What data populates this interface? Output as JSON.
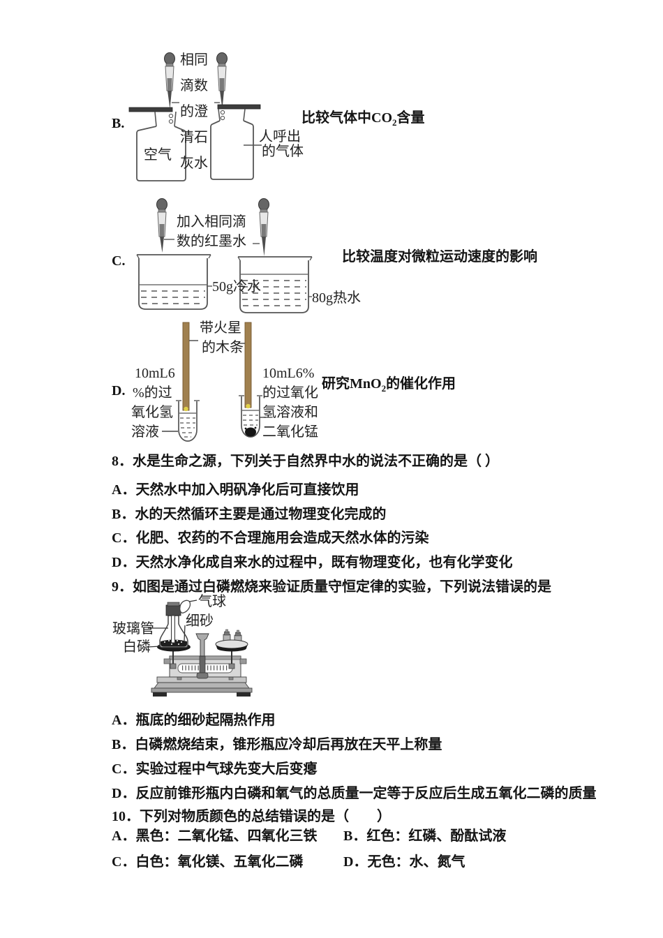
{
  "optionB": {
    "letter": "B.",
    "dropper_label": [
      "相同",
      "滴数",
      "的澄",
      "清石",
      "灰水"
    ],
    "left_bottle": "空气",
    "right_bottle": [
      "人呼出",
      "的气体"
    ],
    "caption": {
      "pre": "比较气体中CO",
      "sub": "2",
      "post": "含量"
    }
  },
  "optionC": {
    "letter": "C.",
    "dropper_label": [
      "加入相同滴",
      "数的红墨水"
    ],
    "left_beaker": "50g冷水",
    "right_beaker": "80g热水",
    "caption": "比较温度对微粒运动速度的影响"
  },
  "optionD": {
    "letter": "D.",
    "splint_label": [
      "带火星",
      "的木条"
    ],
    "left_tube": [
      "10mL6",
      "%的过",
      "氧化氢",
      "溶液"
    ],
    "right_tube": [
      "10mL6%",
      "的过氧化",
      "氢溶液和",
      "二氧化锰"
    ],
    "caption": {
      "pre": "研究MnO",
      "sub": "2",
      "post": "的催化作用"
    }
  },
  "q8": {
    "stem": "8．水是生命之源，下列关于自然界中水的说法不正确的是（ ）",
    "options": [
      "A．天然水中加入明矾净化后可直接饮用",
      "B．水的天然循环主要是通过物理变化完成的",
      "C．化肥、农药的不合理施用会造成天然水体的污染",
      "D．天然水净化成自来水的过程中，既有物理变化，也有化学变化"
    ]
  },
  "q9": {
    "stem": "9．如图是通过白磷燃烧来验证质量守恒定律的实验，下列说法错误的是",
    "labels": {
      "balloon": "气球",
      "sand": "细砂",
      "glass_tube": "玻璃管",
      "white_phosphorus": "白磷"
    },
    "options": [
      "A．瓶底的细砂起隔热作用",
      "B．白磷燃烧结束，锥形瓶应冷却后再放在天平上称量",
      "C．实验过程中气球先变大后变瘪",
      "D．反应前锥形瓶内白磷和氧气的总质量一定等于反应后生成五氧化二磷的质量"
    ]
  },
  "q10": {
    "stem": "10．下列对物质颜色的总结错误的是（　　）",
    "options": [
      "A．黑色：二氧化锰、四氧化三铁",
      "B．红色：红磷、酚酞试液",
      "C．白色：氧化镁、五氧化二磷",
      "D．无色：水、氮气"
    ]
  },
  "colors": {
    "ink": "#141414",
    "line": "#555555",
    "splint_wood": "#a0804f",
    "spark": "#e0d049",
    "pan_dark": "#1a1a1a",
    "metal_light": "#d8d8d8"
  }
}
